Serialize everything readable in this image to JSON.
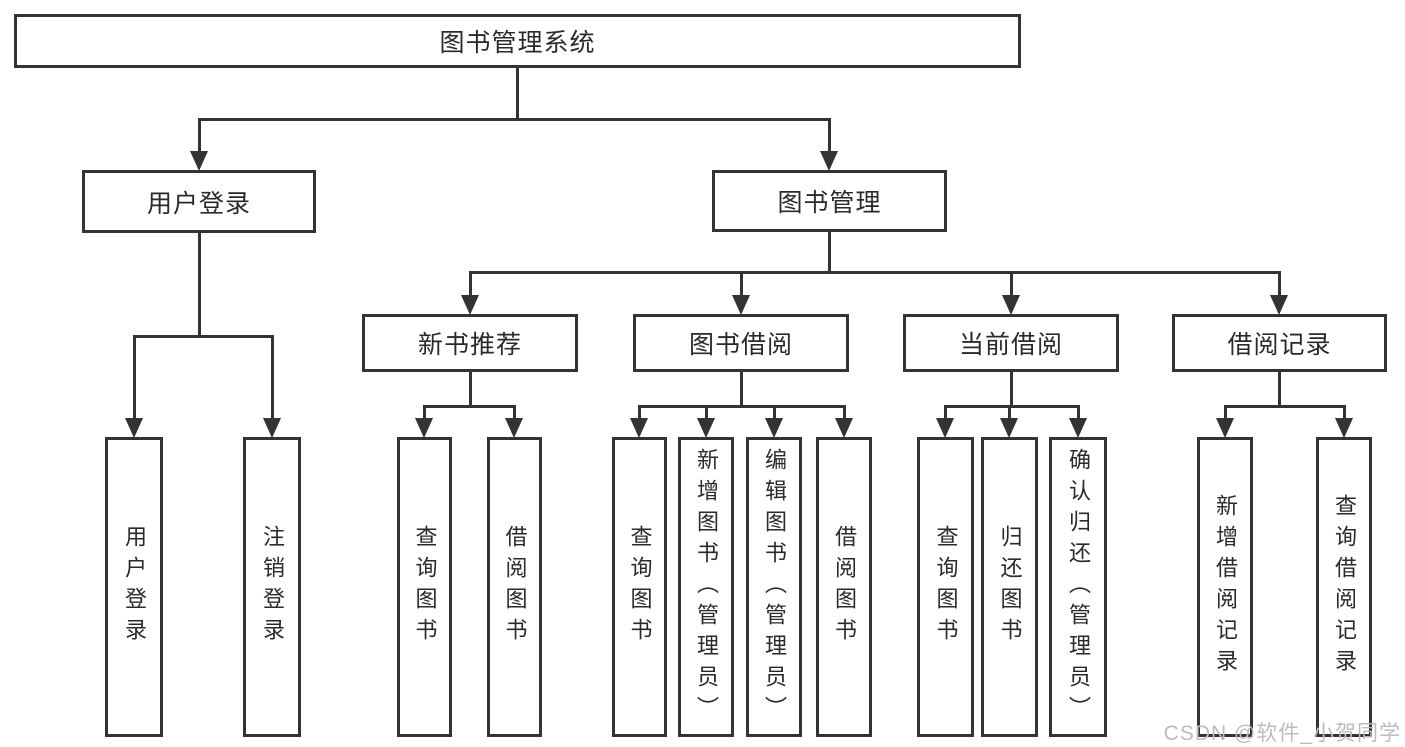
{
  "diagram_title": "图书管理系统",
  "tree": {
    "label": "图书管理系统",
    "children": [
      {
        "label": "用户登录",
        "children": [
          {
            "label": "用户登录"
          },
          {
            "label": "注销登录"
          }
        ]
      },
      {
        "label": "图书管理",
        "children": [
          {
            "label": "新书推荐",
            "children": [
              {
                "label": "查询图书"
              },
              {
                "label": "借阅图书"
              }
            ]
          },
          {
            "label": "图书借阅",
            "children": [
              {
                "label": "查询图书"
              },
              {
                "label": "新增图书（管理员）"
              },
              {
                "label": "编辑图书（管理员）"
              },
              {
                "label": "借阅图书"
              }
            ]
          },
          {
            "label": "当前借阅",
            "children": [
              {
                "label": "查询图书"
              },
              {
                "label": "归还图书"
              },
              {
                "label": "确认归还（管理员）"
              }
            ]
          },
          {
            "label": "借阅记录",
            "children": [
              {
                "label": "新增借阅记录"
              },
              {
                "label": "查询借阅记录"
              }
            ]
          }
        ]
      }
    ]
  },
  "watermark": {
    "text": "CSDN @软件_小贺同学"
  },
  "colors": {
    "line": "#333333",
    "box_border": "#333333",
    "text": "#2a2a2a",
    "watermark_text": "#bcbcbc",
    "background": "#ffffff"
  }
}
